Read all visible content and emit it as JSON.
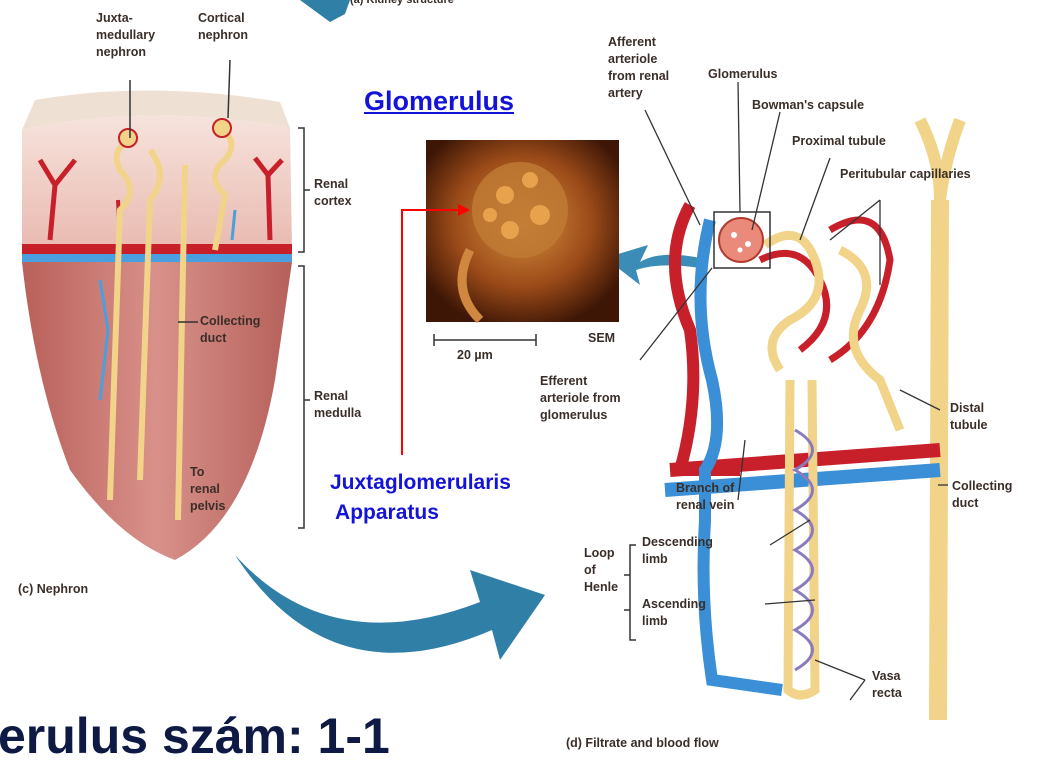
{
  "labels": {
    "top_caption": "(a) Kidney structure",
    "juxta_nephron": "Juxta-\nmedullary\nnephron",
    "cortical_nephron": "Cortical\nnephron",
    "renal_cortex": "Renal\ncortex",
    "collecting_duct_left": "Collecting\nduct",
    "renal_medulla": "Renal\nmedulla",
    "to_renal_pelvis": "To\nrenal\npelvis",
    "nephron_caption": "(c) Nephron",
    "afferent": "Afferent\narteriole\nfrom renal\nartery",
    "glomerulus_small": "Glomerulus",
    "bowmans": "Bowman's capsule",
    "proximal": "Proximal tubule",
    "peritubular": "Peritubular capillaries",
    "scale_bar": "20 µm",
    "sem": "SEM",
    "efferent": "Efferent\narteriole from\nglomerulus",
    "distal": "Distal\ntubule",
    "branch_vein": "Branch of\nrenal vein",
    "collecting_duct_right": "Collecting\nduct",
    "loop_of_henle": "Loop\nof\nHenle",
    "descending": "Descending\nlimb",
    "ascending": "Ascending\nlimb",
    "vasa_recta": "Vasa\nrecta",
    "filtrate_caption": "(d) Filtrate and blood flow"
  },
  "overlay": {
    "glomerulus": "Glomerulus",
    "juxta_app": "Juxtaglomerularis\n Apparatus",
    "slide_title": "erulus szám: 1-1"
  },
  "colors": {
    "arrow_teal": "#2f7fa6",
    "artery_red": "#c8202a",
    "vein_blue": "#3a8fd6",
    "tubule_tan": "#f2d38a",
    "overlay_blue": "#1414d8",
    "pointer_red": "#ff0000",
    "tissue_pink": "#d98d86"
  }
}
